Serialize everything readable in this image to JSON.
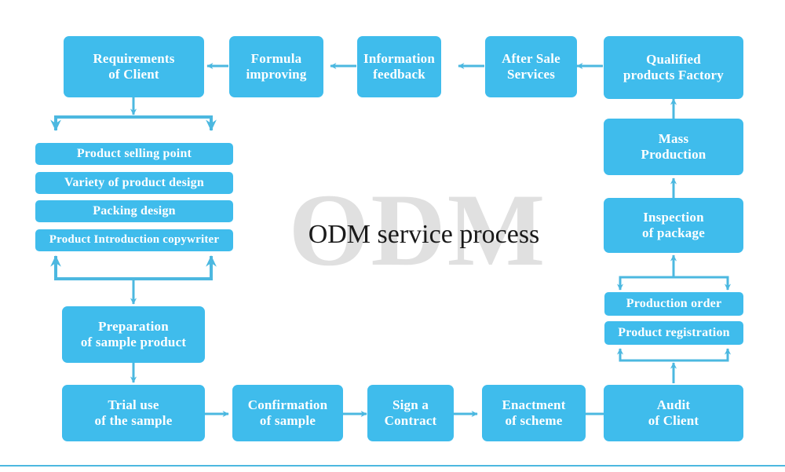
{
  "diagram": {
    "title": "ODM service process",
    "watermark": "ODM",
    "accent_color": "#3fbcec",
    "watermark_color": "#e0e0e0",
    "title_color": "#1a1a1a",
    "background_color": "#ffffff",
    "footer_rule_color": "#4cb8e0"
  },
  "nodes": {
    "requirements_of_client": "Requirements\nof Client",
    "formula_improving": "Formula\nimproving",
    "information_feedback": "Information\nfeedback",
    "after_sale_services": "After Sale\nServices",
    "qualified_products_factory": "Qualified\nproducts Factory",
    "product_selling_point": "Product selling point",
    "variety_of_product_design": "Variety of product design",
    "packing_design": "Packing design",
    "product_introduction_copywriter": "Product Introduction copywriter",
    "preparation_of_sample_product": "Preparation\nof sample product",
    "trial_use_of_the_sample": "Trial use\nof the sample",
    "confirmation_of_sample": "Confirmation\nof sample",
    "sign_a_contract": "Sign a\nContract",
    "enactment_of_scheme": "Enactment\nof scheme",
    "audit_of_client": "Audit\nof Client",
    "production_order": "Production order",
    "product_registration": "Product registration",
    "inspection_of_package": "Inspection\nof package",
    "mass_production": "Mass\nProduction"
  },
  "flow_sequence": [
    "Requirements of Client",
    "Product selling point / Variety of product design / Packing design / Product Introduction copywriter",
    "Preparation of sample product",
    "Trial use of the sample",
    "Confirmation of sample",
    "Sign a Contract",
    "Enactment of scheme",
    "Audit of Client",
    "Production order / Product registration",
    "Inspection of package",
    "Mass Production",
    "Qualified products Factory",
    "After Sale Services",
    "Information feedback",
    "Formula improving",
    "Requirements of Client"
  ]
}
